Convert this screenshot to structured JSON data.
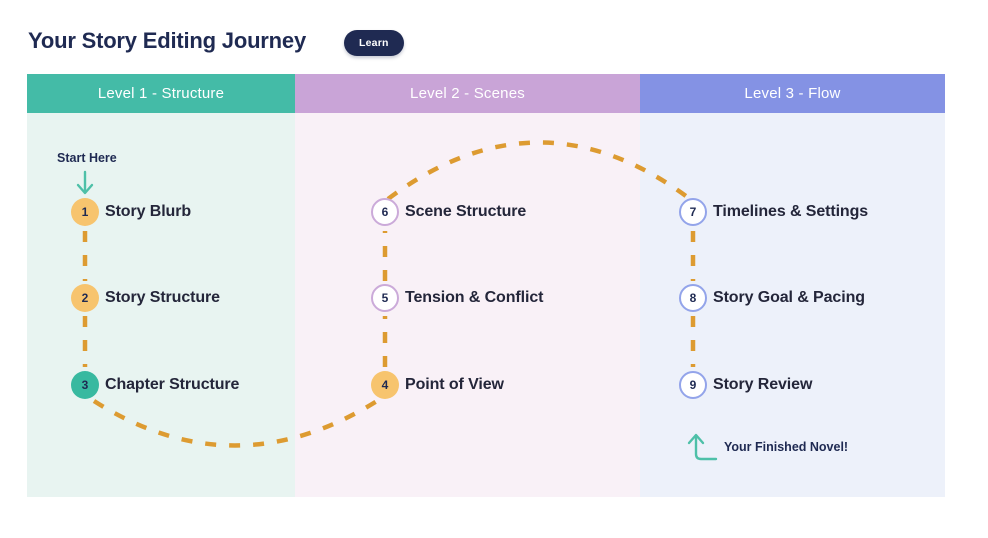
{
  "header": {
    "title": "Your Story Editing Journey",
    "learn_button": "Learn"
  },
  "columns": [
    {
      "id": "level-1",
      "header": "Level 1 - Structure"
    },
    {
      "id": "level-2",
      "header": "Level 2 - Scenes"
    },
    {
      "id": "level-3",
      "header": "Level 3 - Flow"
    }
  ],
  "annotations": {
    "start_label": "Start Here",
    "finish_label": "Your Finished Novel!"
  },
  "steps": [
    {
      "number": "1",
      "label": "Story Blurb",
      "variant": "amber",
      "column": 0,
      "row": 0
    },
    {
      "number": "2",
      "label": "Story Structure",
      "variant": "amber",
      "column": 0,
      "row": 1
    },
    {
      "number": "3",
      "label": "Chapter Structure",
      "variant": "teal",
      "column": 0,
      "row": 2
    },
    {
      "number": "4",
      "label": "Point of View",
      "variant": "amber",
      "column": 1,
      "row": 2
    },
    {
      "number": "5",
      "label": "Tension & Conflict",
      "variant": "lilac",
      "column": 1,
      "row": 1
    },
    {
      "number": "6",
      "label": "Scene Structure",
      "variant": "lilac",
      "column": 1,
      "row": 0
    },
    {
      "number": "7",
      "label": "Timelines & Settings",
      "variant": "periwinkle",
      "column": 2,
      "row": 0
    },
    {
      "number": "8",
      "label": "Story Goal & Pacing",
      "variant": "periwinkle",
      "column": 2,
      "row": 1
    },
    {
      "number": "9",
      "label": "Story Review",
      "variant": "periwinkle",
      "column": 2,
      "row": 2
    }
  ],
  "colors": {
    "navy": "#1f2a52",
    "teal": "#44bba7",
    "lilac": "#c9a4d7",
    "periwinkle": "#8492e4",
    "mint-bg": "#e8f4f1",
    "blush-bg": "#f9f1f7",
    "lavender-bg": "#edf1fa",
    "amber": "#f7c46e",
    "teal-fill": "#38b9a0",
    "lilac-outline": "#cbaad9",
    "periwinkle-outline": "#93a4ea",
    "dash-orange": "#dd9b31",
    "arrow-teal": "#4ec0a8",
    "label-text": "#24263a"
  }
}
